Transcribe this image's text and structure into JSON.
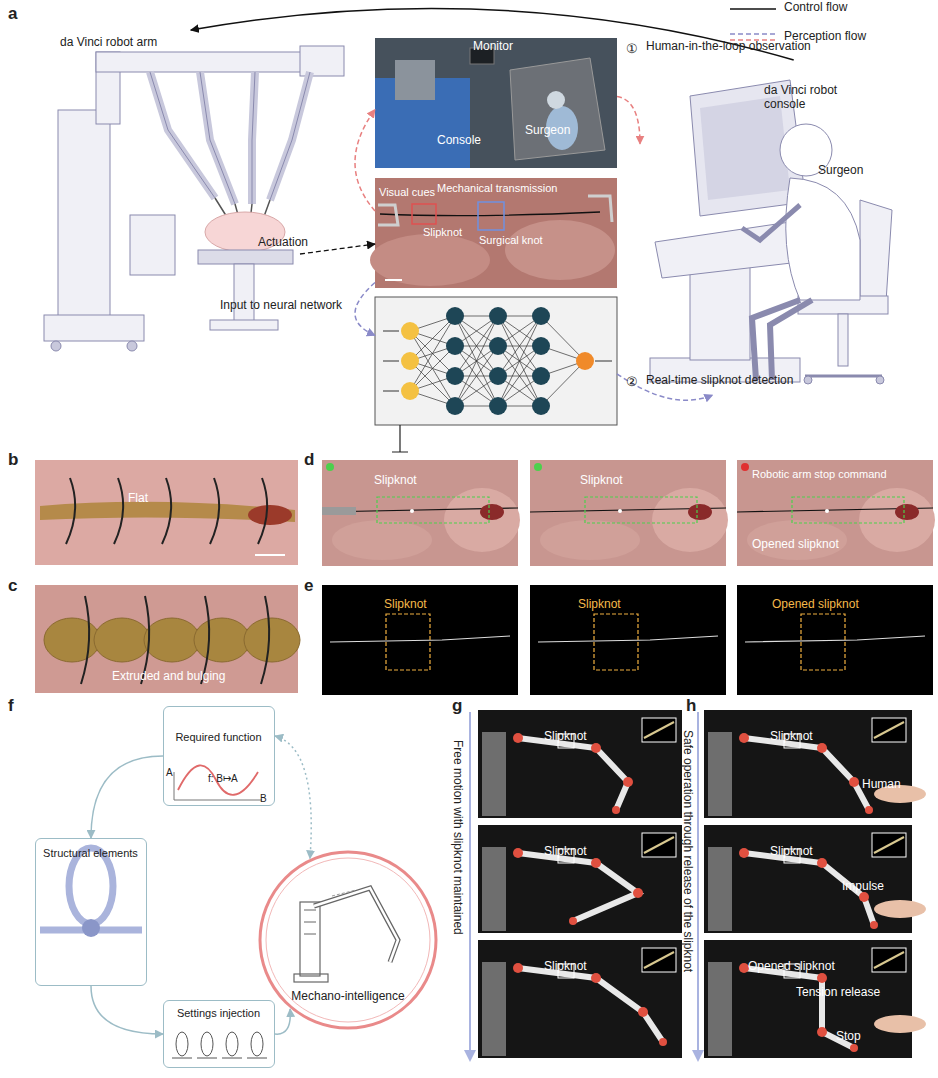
{
  "diagram": {
    "nodes": [
      {
        "text": [
          "da Vinci robot arm"
        ]
      },
      {
        "text": [
          "Monitor",
          "Console",
          "Surgeon"
        ]
      },
      {
        "text": [
          "Visual cues",
          "Mechanical transmission",
          "Slipknot",
          "Surgical knot"
        ]
      },
      {
        "text": [
          "Input to neural network"
        ]
      },
      {
        "text": [
          "da Vinci robot console",
          "Surgeon"
        ]
      },
      {
        "text": [
          "Required function",
          "A",
          "B",
          "f: B↦A"
        ]
      },
      {
        "text": [
          "Structural elements"
        ]
      },
      {
        "text": [
          "Settings injection"
        ]
      },
      {
        "text": [
          "Mechano-intelligence"
        ]
      }
    ],
    "edges": [
      {
        "from": 4,
        "to": 0,
        "arrow": "to"
      },
      {
        "from": 0,
        "to": 2,
        "arrow": "to"
      },
      {
        "from": 2,
        "to": 1,
        "arrow": "to"
      },
      {
        "from": 1,
        "to": 4,
        "arrow": "to"
      },
      {
        "from": 2,
        "to": 3,
        "arrow": "to"
      },
      {
        "from": 3,
        "to": 4,
        "arrow": "to"
      },
      {
        "from": 5,
        "to": 6,
        "arrow": "to"
      },
      {
        "from": 6,
        "to": 7,
        "arrow": "to"
      },
      {
        "from": 7,
        "to": 8,
        "arrow": "to"
      },
      {
        "from": 5,
        "to": 8,
        "arrow": "both"
      }
    ],
    "labels": [
      "a",
      "①",
      "Human-in-the-loop observation",
      "Actuation",
      "②",
      "Real-time slipknot detection",
      "b",
      "Flat",
      "c",
      "Extruded and bulging",
      "d",
      "Slipknot",
      "Slipknot",
      "Robotic arm stop command",
      "Opened slipknot",
      "e",
      "Slipknot",
      "Slipknot",
      "Opened slipknot",
      "f",
      "g",
      "Free motion with slipknot maintained",
      "Slipknot",
      "Slipknot",
      "Slipknot",
      "h",
      "Safe operation through release of the slipknot",
      "Slipknot",
      "Human",
      "Slipknot",
      "Impulse",
      "Opened slipknot",
      "Tension release",
      "Stop"
    ],
    "legend": [
      {
        "text": "Control flow"
      },
      {
        "text": "Perception flow"
      }
    ]
  }
}
